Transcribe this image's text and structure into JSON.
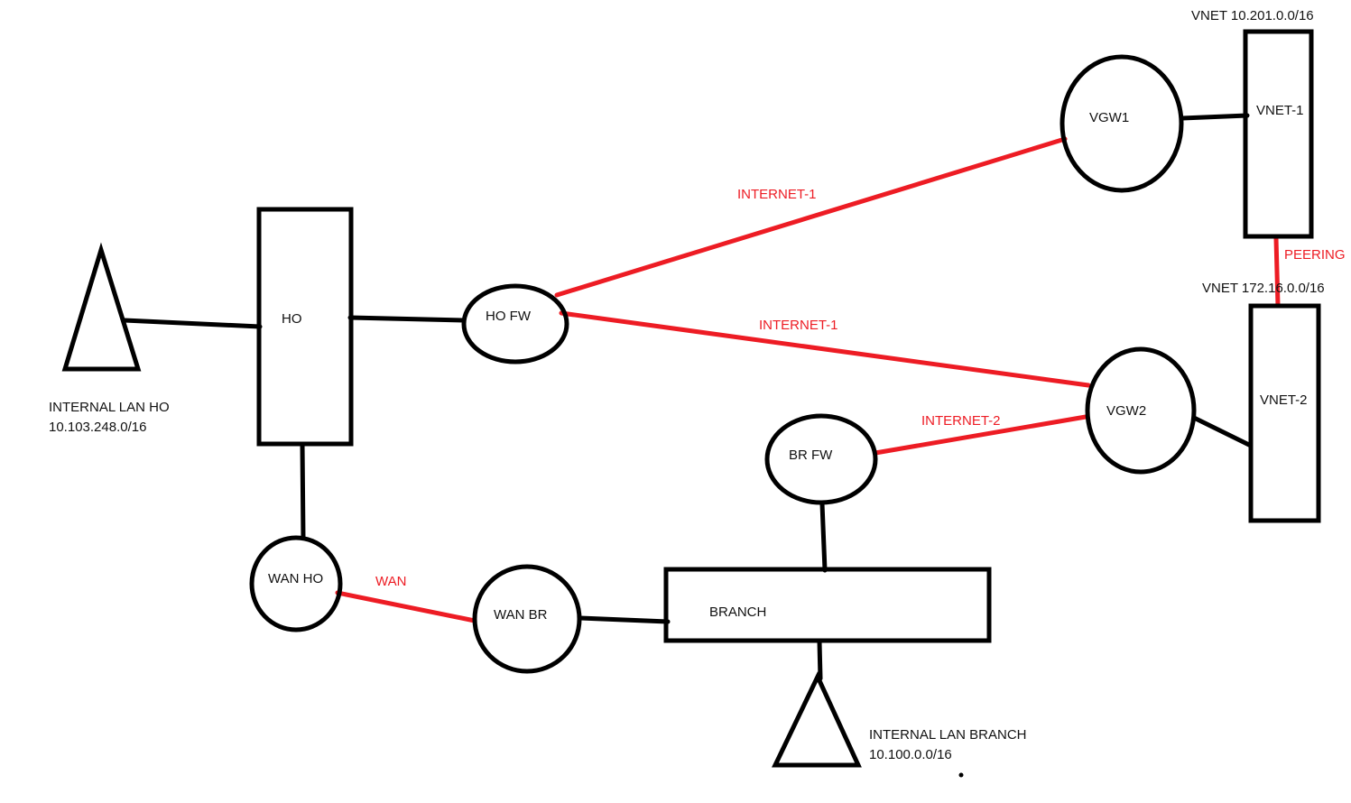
{
  "colors": {
    "black": "#000000",
    "red": "#ed1c24",
    "background": "#ffffff"
  },
  "nodes": {
    "ho": {
      "label": "HO",
      "shape": "rectangle"
    },
    "ho_fw": {
      "label": "HO FW",
      "shape": "ellipse"
    },
    "vgw1": {
      "label": "VGW1",
      "shape": "ellipse"
    },
    "vnet1": {
      "label": "VNET-1",
      "shape": "rectangle",
      "caption": "VNET 10.201.0.0/16"
    },
    "vgw2": {
      "label": "VGW2",
      "shape": "ellipse"
    },
    "vnet2": {
      "label": "VNET-2",
      "shape": "rectangle",
      "caption": "VNET 172.16.0.0/16"
    },
    "br_fw": {
      "label": "BR FW",
      "shape": "ellipse"
    },
    "branch": {
      "label": "BRANCH",
      "shape": "rectangle"
    },
    "wan_ho": {
      "label": "WAN HO",
      "shape": "ellipse"
    },
    "wan_br": {
      "label": "WAN BR",
      "shape": "ellipse"
    },
    "lan_ho": {
      "shape": "triangle",
      "caption_line1": "INTERNAL LAN HO",
      "caption_line2": "10.103.248.0/16"
    },
    "lan_branch": {
      "shape": "triangle",
      "caption_line1": "INTERNAL LAN BRANCH",
      "caption_line2": "10.100.0.0/16"
    }
  },
  "links": {
    "internet1_vgw1": {
      "label": "INTERNET-1",
      "kind": "red"
    },
    "internet1_vgw2": {
      "label": "INTERNET-1",
      "kind": "red"
    },
    "internet2": {
      "label": "INTERNET-2",
      "kind": "red"
    },
    "wan": {
      "label": "WAN",
      "kind": "red"
    },
    "peering": {
      "label": "PEERING",
      "kind": "red"
    }
  }
}
